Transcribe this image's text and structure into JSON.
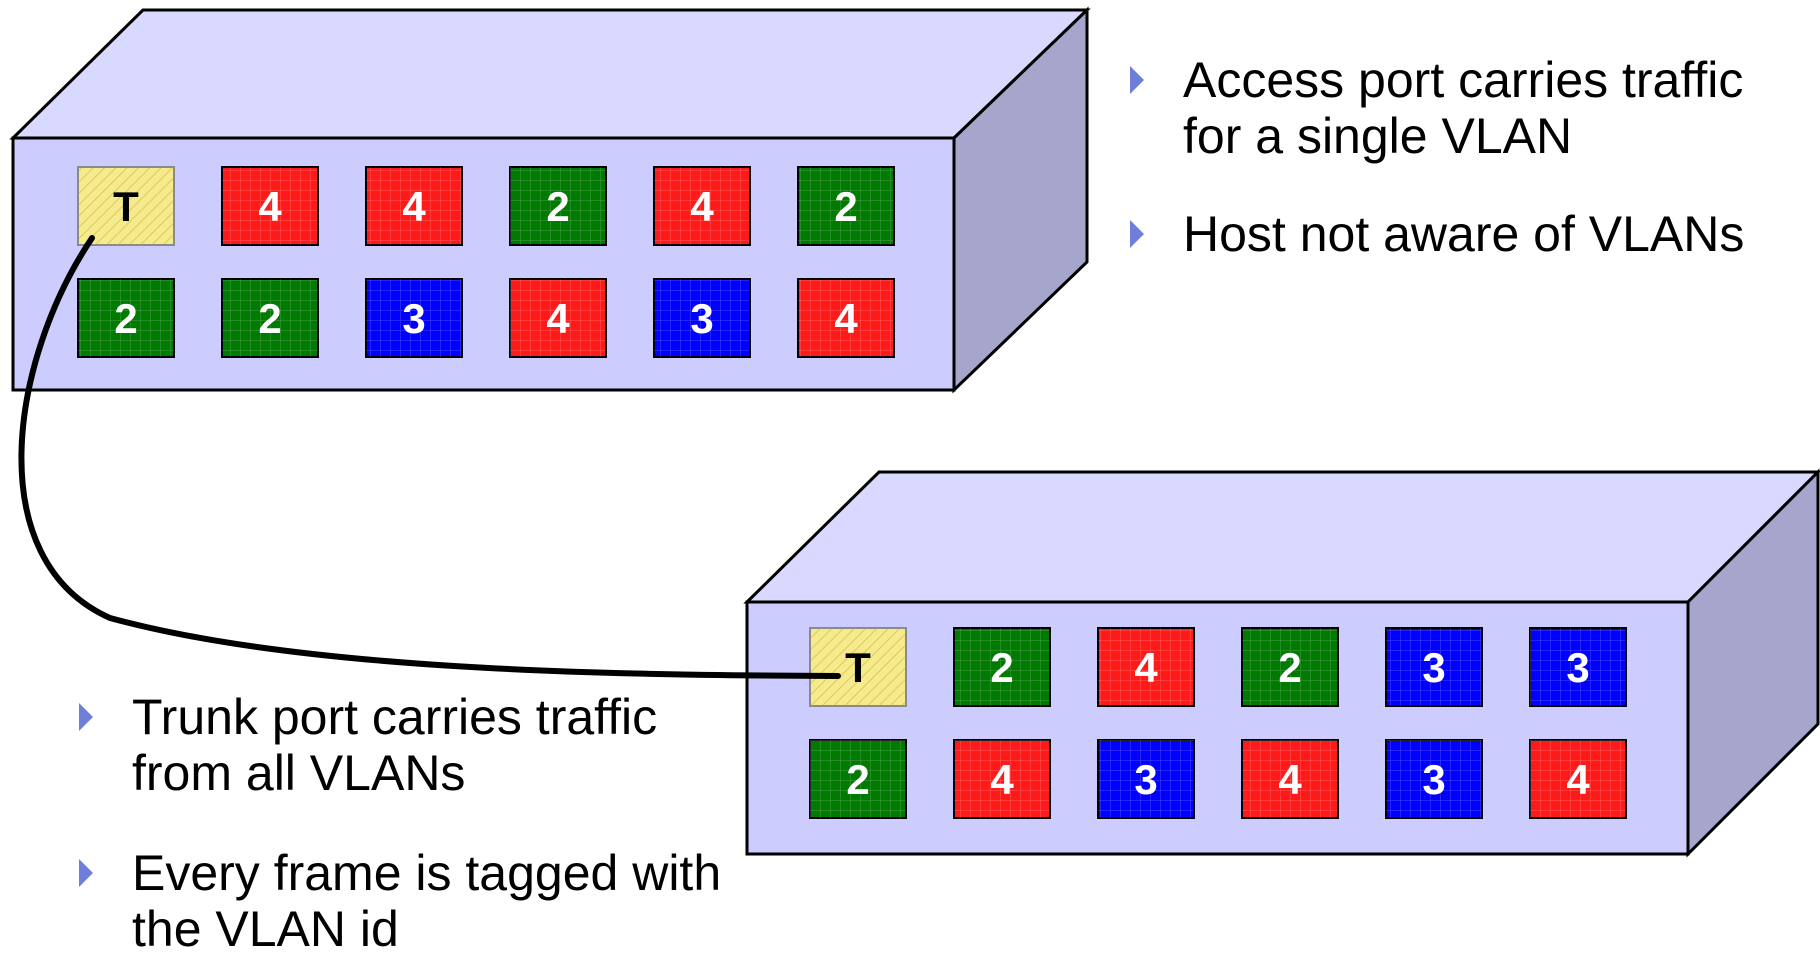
{
  "colors": {
    "switch_front": "#ccccff",
    "switch_top": "#d9d9ff",
    "switch_side": "#a6a6cc",
    "vlan_2": "#007a00",
    "vlan_3": "#0000ff",
    "vlan_4": "#ff1a1a",
    "trunk": "#f5ea8c",
    "bullet_arrow": "#6f7fd9"
  },
  "switch_top_ports": [
    [
      "T",
      "4",
      "4",
      "2",
      "4",
      "2"
    ],
    [
      "2",
      "2",
      "3",
      "4",
      "3",
      "4"
    ]
  ],
  "switch_bottom_ports": [
    [
      "T",
      "2",
      "4",
      "2",
      "3",
      "3"
    ],
    [
      "2",
      "4",
      "3",
      "4",
      "3",
      "4"
    ]
  ],
  "bullets_top": [
    "Access port carries traffic for a single VLAN",
    "Host not aware of VLANs"
  ],
  "bullets_bottom": [
    "Trunk port carries traffic from all VLANs",
    "Every frame is tagged with the VLAN id"
  ]
}
